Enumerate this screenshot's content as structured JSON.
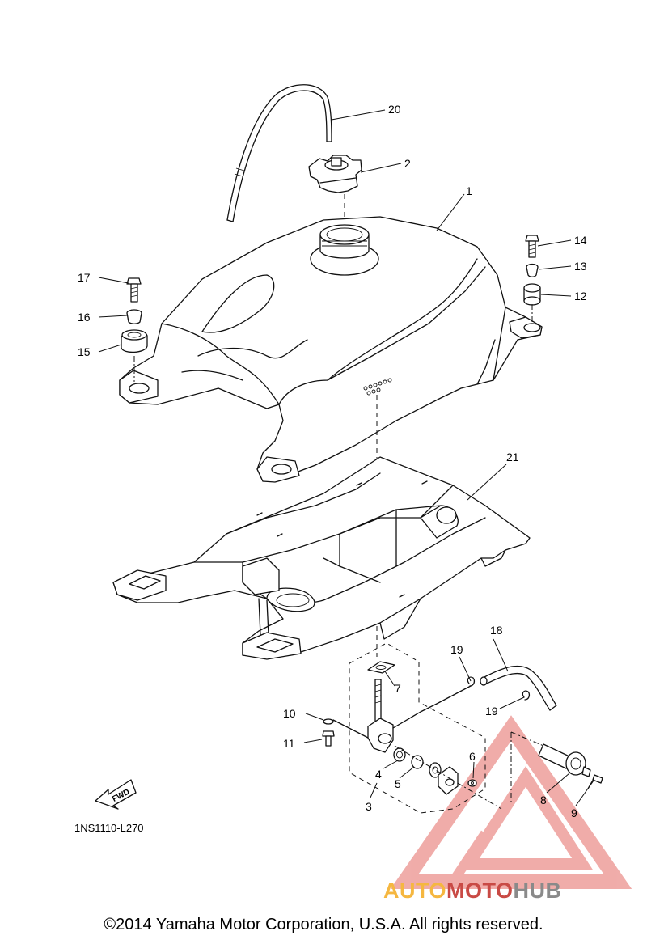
{
  "diagram": {
    "drawing_code": "1NS1110-L270",
    "fwd_label": "FWD",
    "callouts": [
      "1",
      "2",
      "3",
      "4",
      "5",
      "6",
      "7",
      "8",
      "9",
      "10",
      "11",
      "12",
      "13",
      "14",
      "15",
      "16",
      "17",
      "18",
      "19",
      "19",
      "20",
      "21"
    ]
  },
  "watermark": {
    "part1": "AUTO",
    "part2": "MOTO",
    "part3": "HUB",
    "colors": {
      "yellow": "#f5b740",
      "red": "#c94a45",
      "gray": "#8a8a8a"
    }
  },
  "footer": {
    "copyright": "©2014 Yamaha Motor Corporation, U.S.A. All rights reserved."
  }
}
